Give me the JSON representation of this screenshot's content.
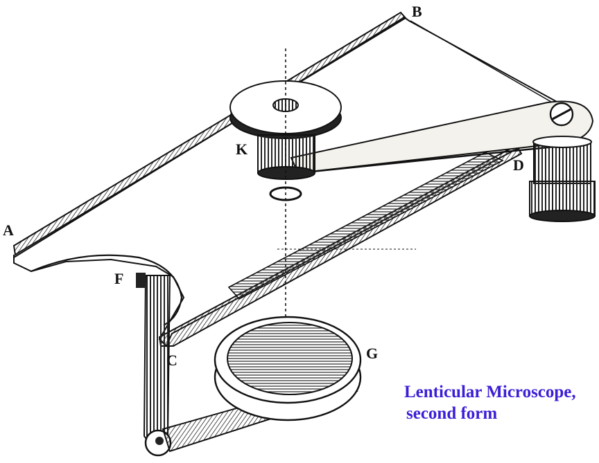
{
  "labels": {
    "A": "A",
    "B": "B",
    "C": "C",
    "D": "D",
    "F": "F",
    "G": "G",
    "K": "K"
  },
  "caption": {
    "line1": "Lenticular Microscope,",
    "line2": "second form",
    "color": "#3a1fd6"
  },
  "colors": {
    "ink": "#111111",
    "metal_fill": "#e9e5da",
    "dark_metal": "#2a2a2a",
    "background": "#ffffff"
  }
}
